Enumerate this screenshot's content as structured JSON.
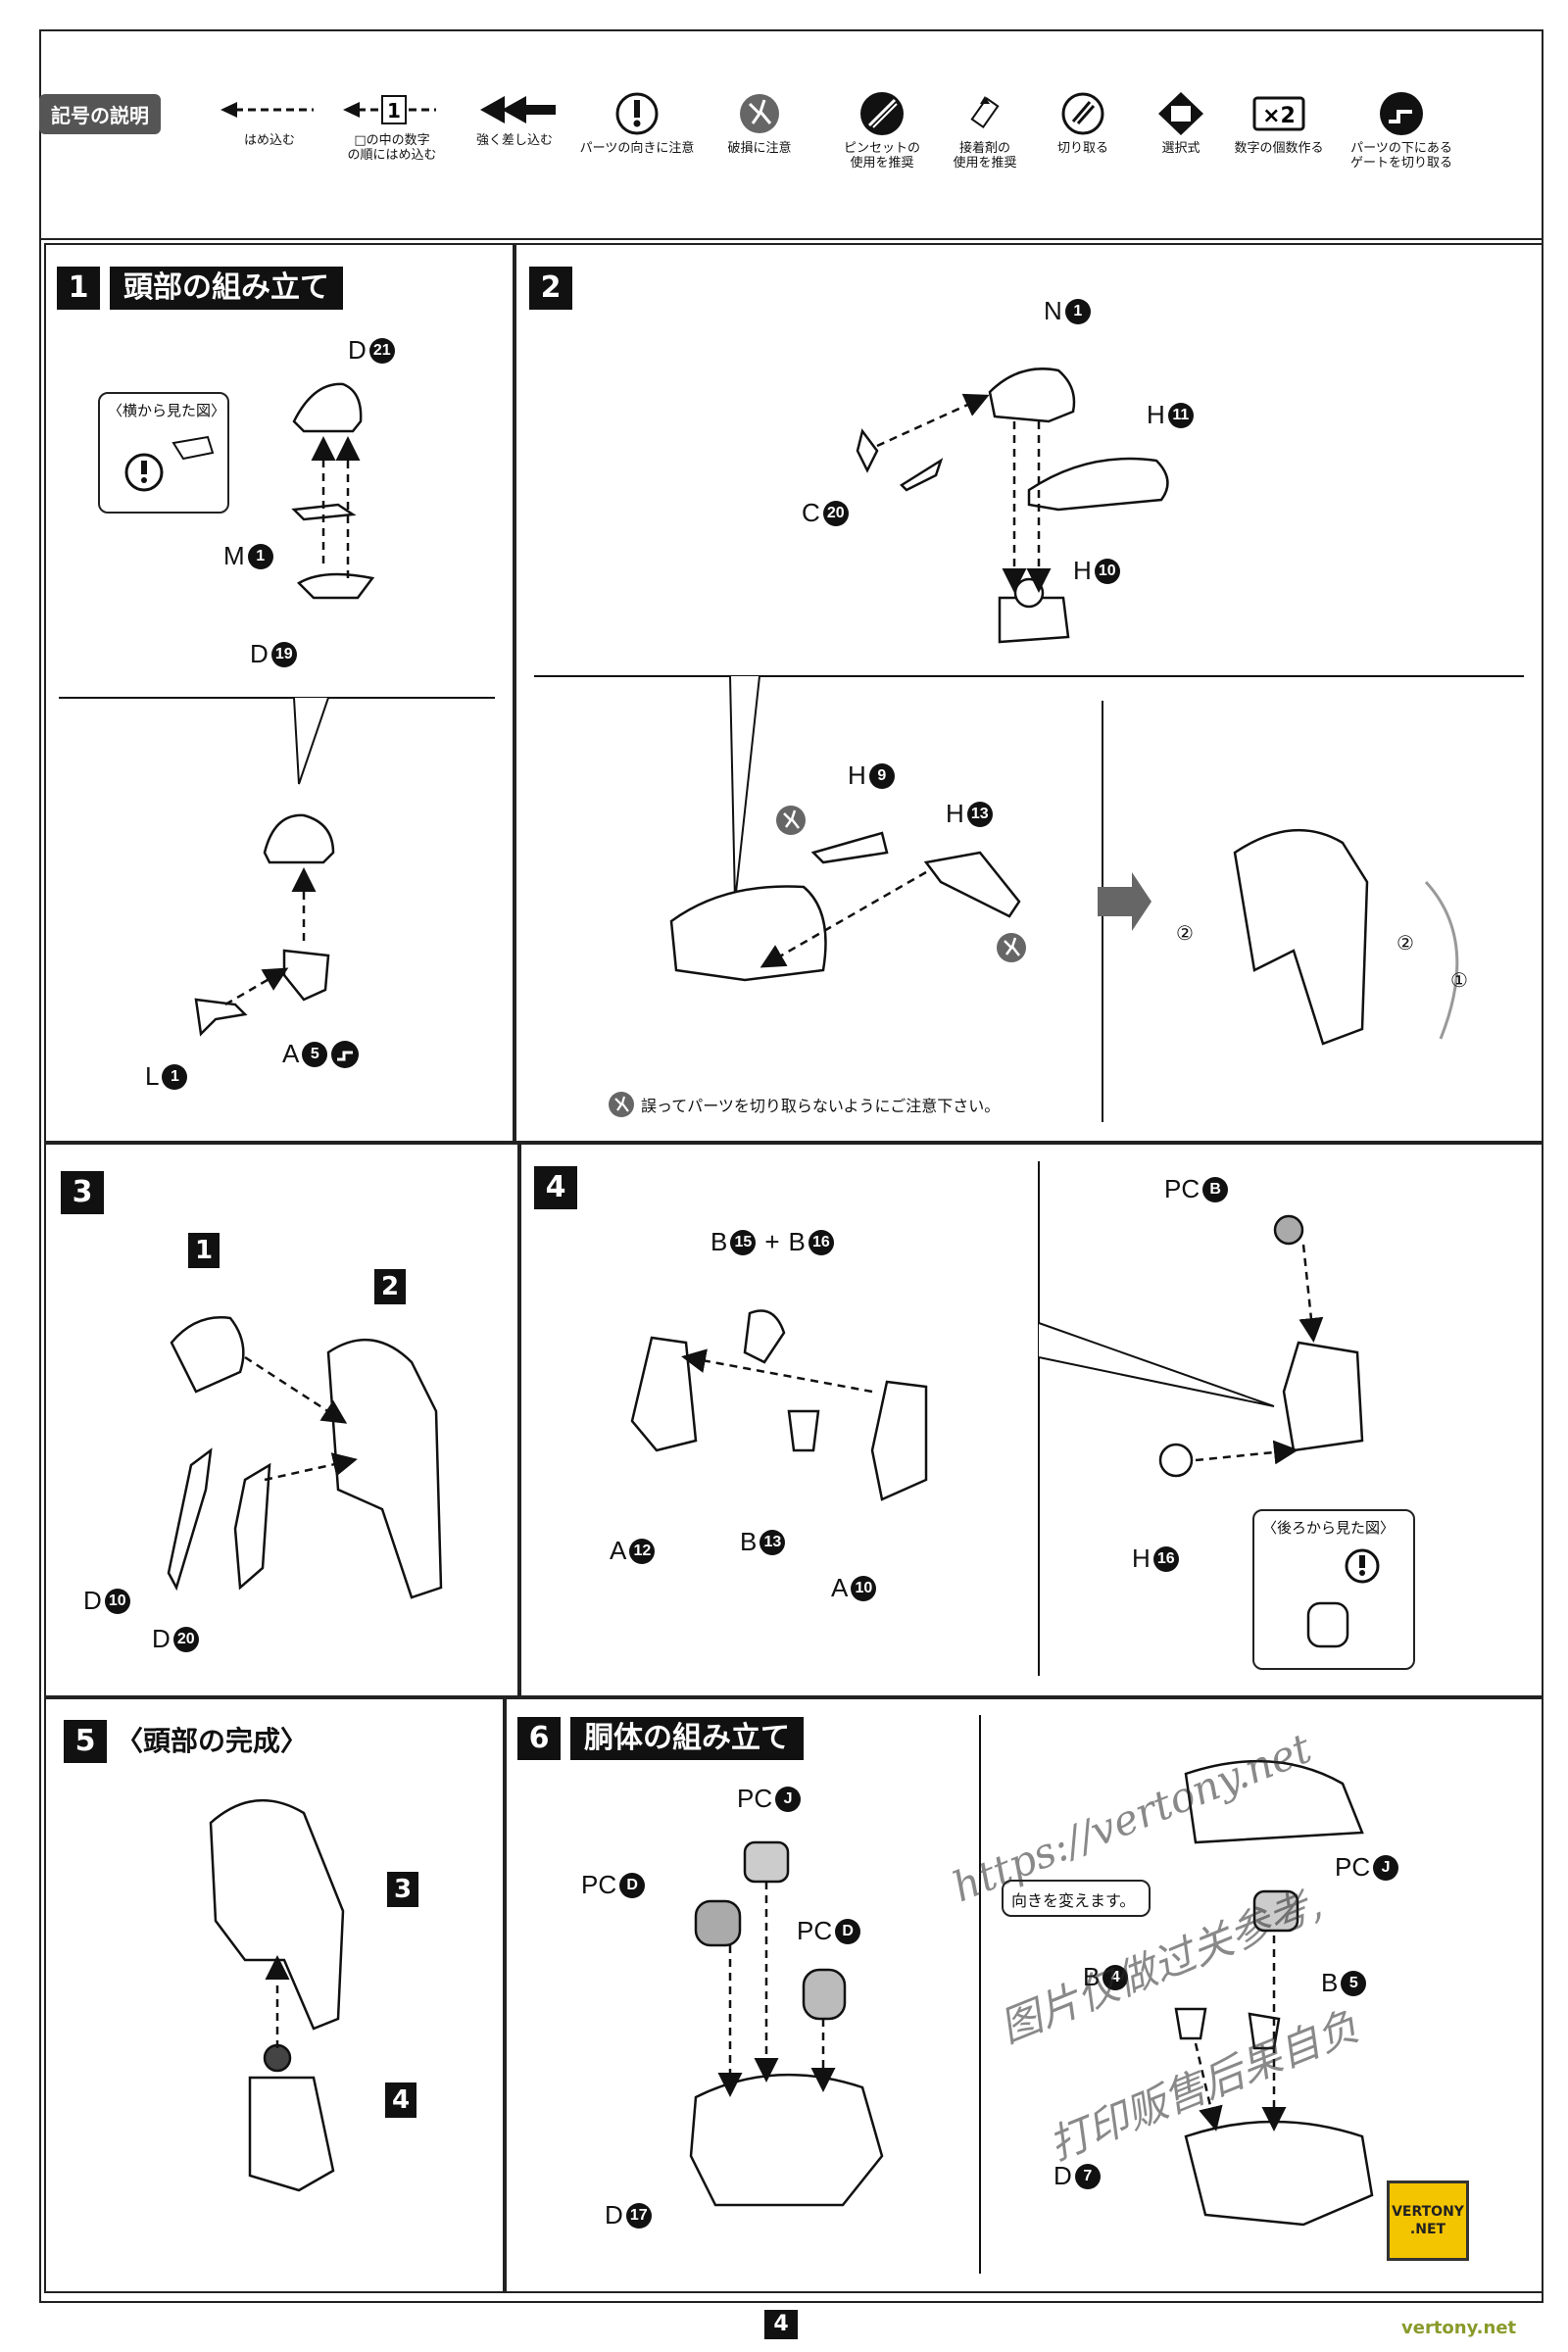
{
  "legend": {
    "title": "記号の説明",
    "symbols": [
      {
        "icon": "arrow-insert-icon",
        "label": "はめ込む"
      },
      {
        "icon": "numbered-insert-icon",
        "label": "□の中の数字\nの順にはめ込む",
        "badge": "1"
      },
      {
        "icon": "double-arrow-icon",
        "label": "強く差し込む"
      },
      {
        "icon": "exclamation-icon",
        "label": "パーツの向きに注意"
      },
      {
        "icon": "breakage-icon",
        "label": "破損に注意"
      },
      {
        "icon": "tweezers-icon",
        "label": "ピンセットの\n使用を推奨"
      },
      {
        "icon": "glue-icon",
        "label": "接着剤の\n使用を推奨"
      },
      {
        "icon": "cut-icon",
        "label": "切り取る"
      },
      {
        "icon": "choice-icon",
        "label": "選択式"
      },
      {
        "icon": "multiply-icon",
        "label": "数字の個数作る",
        "badge": "×2"
      },
      {
        "icon": "gate-icon",
        "label": "パーツの下にある\nゲートを切り取る"
      }
    ]
  },
  "step1": {
    "num": "1",
    "title": "頭部の組み立て",
    "callout": "〈横から見た図〉",
    "parts": [
      {
        "letter": "D",
        "num": "21"
      },
      {
        "letter": "M",
        "num": "1"
      },
      {
        "letter": "D",
        "num": "19"
      },
      {
        "letter": "L",
        "num": "1"
      },
      {
        "letter": "A",
        "num": "5"
      }
    ]
  },
  "step2": {
    "num": "2",
    "parts": [
      {
        "letter": "N",
        "num": "1"
      },
      {
        "letter": "H",
        "num": "11"
      },
      {
        "letter": "C",
        "num": "20"
      },
      {
        "letter": "H",
        "num": "10"
      },
      {
        "letter": "H",
        "num": "9"
      },
      {
        "letter": "H",
        "num": "13"
      }
    ],
    "note": "誤ってパーツを切り取らないようにご注意下さい。",
    "rotation_labels": [
      "②",
      "②",
      "①"
    ]
  },
  "step3": {
    "num": "3",
    "refs": [
      "1",
      "2"
    ],
    "parts": [
      {
        "letter": "D",
        "num": "10"
      },
      {
        "letter": "D",
        "num": "20"
      }
    ]
  },
  "step4": {
    "num": "4",
    "combo": {
      "a": {
        "letter": "B",
        "num": "15"
      },
      "plus": "+",
      "b": {
        "letter": "B",
        "num": "16"
      }
    },
    "parts": [
      {
        "letter": "A",
        "num": "12"
      },
      {
        "letter": "B",
        "num": "13"
      },
      {
        "letter": "A",
        "num": "10"
      },
      {
        "letter": "PC",
        "num": "B"
      },
      {
        "letter": "H",
        "num": "16"
      }
    ],
    "callout": "〈後ろから見た図〉"
  },
  "step5": {
    "num": "5",
    "title": "〈頭部の完成〉",
    "refs": [
      "3",
      "4"
    ]
  },
  "step6": {
    "num": "6",
    "title": "胴体の組み立て",
    "parts": [
      {
        "letter": "PC",
        "num": "J"
      },
      {
        "letter": "PC",
        "num": "D"
      },
      {
        "letter": "PC",
        "num": "D"
      },
      {
        "letter": "D",
        "num": "17"
      },
      {
        "letter": "PC",
        "num": "J"
      },
      {
        "letter": "B",
        "num": "4"
      },
      {
        "letter": "B",
        "num": "5"
      },
      {
        "letter": "D",
        "num": "7"
      }
    ],
    "callout": "向きを変えます。"
  },
  "page_number": "4",
  "watermark": {
    "url": "https://vertony.net",
    "line1": "图片仅做过关参考,",
    "line2": "打印贩售后果自负"
  },
  "badge": {
    "line1": "VERTONY",
    "line2": ".NET"
  },
  "footer": "vertony.net"
}
